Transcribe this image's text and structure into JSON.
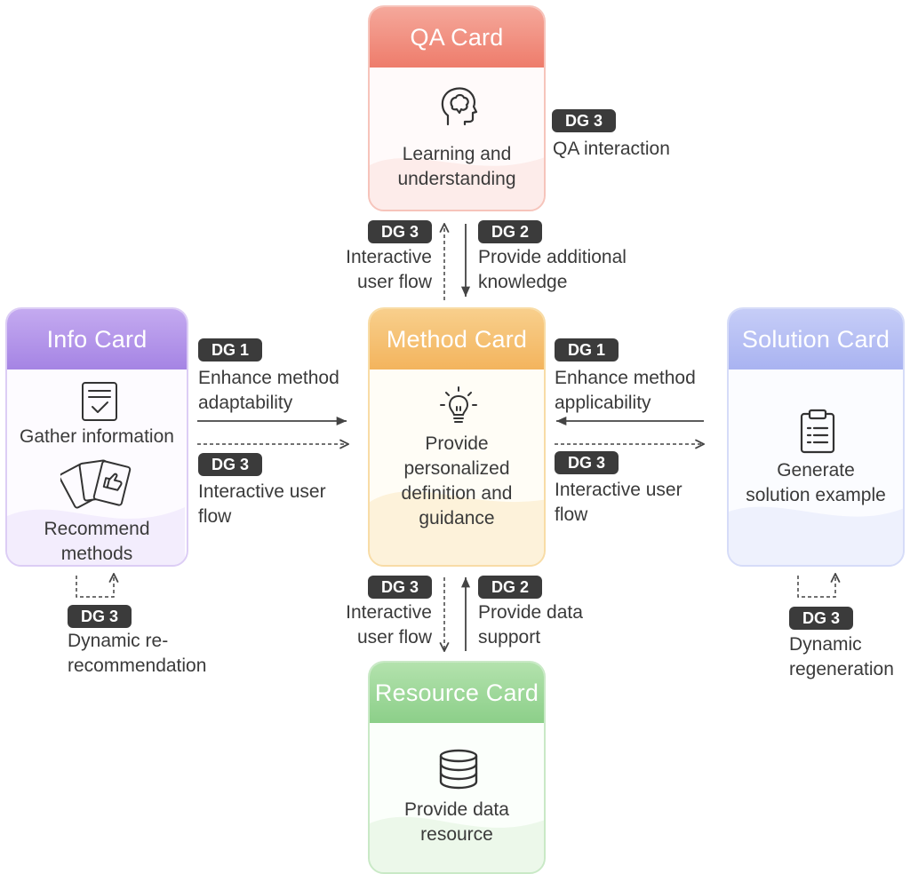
{
  "cards": {
    "qa": {
      "title": "QA Card",
      "text": [
        "Learning and",
        "understanding"
      ],
      "color": "#ef7f6e"
    },
    "method": {
      "title": "Method Card",
      "text": [
        "Provide",
        "personalized",
        "definition and",
        "guidance"
      ],
      "color": "#f4b55e"
    },
    "info": {
      "title": "Info Card",
      "text1": "Gather information",
      "text2": [
        "Recommend",
        "methods"
      ],
      "color": "#a886e6"
    },
    "solution": {
      "title": "Solution Card",
      "text": [
        "Generate",
        "solution example"
      ],
      "color": "#a9b4f2"
    },
    "resource": {
      "title": "Resource Card",
      "text": [
        "Provide data",
        "resource"
      ],
      "color": "#8ccf8a"
    }
  },
  "labels": {
    "qa_right": {
      "badge": "DG 3",
      "text": "QA interaction"
    },
    "qa_method_left": {
      "badge": "DG 3",
      "text": [
        "Interactive",
        "user flow"
      ]
    },
    "qa_method_right": {
      "badge": "DG 2",
      "text": [
        "Provide additional",
        "knowledge"
      ]
    },
    "info_method_top": {
      "badge": "DG 1",
      "text": [
        "Enhance method",
        "adaptability"
      ]
    },
    "info_method_bottom": {
      "badge": "DG 3",
      "text": [
        "Interactive user",
        "flow"
      ]
    },
    "solution_method_top": {
      "badge": "DG 1",
      "text": [
        "Enhance method",
        "applicability"
      ]
    },
    "solution_method_bottom": {
      "badge": "DG 3",
      "text": [
        "Interactive user",
        "flow"
      ]
    },
    "method_resource_left": {
      "badge": "DG 3",
      "text": [
        "Interactive",
        "user flow"
      ]
    },
    "method_resource_right": {
      "badge": "DG 2",
      "text": [
        "Provide data",
        "support"
      ]
    },
    "info_loop": {
      "badge": "DG 3",
      "text": [
        "Dynamic re-",
        "recommendation"
      ]
    },
    "solution_loop": {
      "badge": "DG 3",
      "text": [
        "Dynamic",
        "regeneration"
      ]
    }
  },
  "icons": {
    "qa": "head-brain-icon",
    "method": "lightbulb-icon",
    "info_gather": "checklist-document-icon",
    "info_recommend": "thumbs-up-cards-icon",
    "solution": "clipboard-icon",
    "resource": "database-icon"
  }
}
